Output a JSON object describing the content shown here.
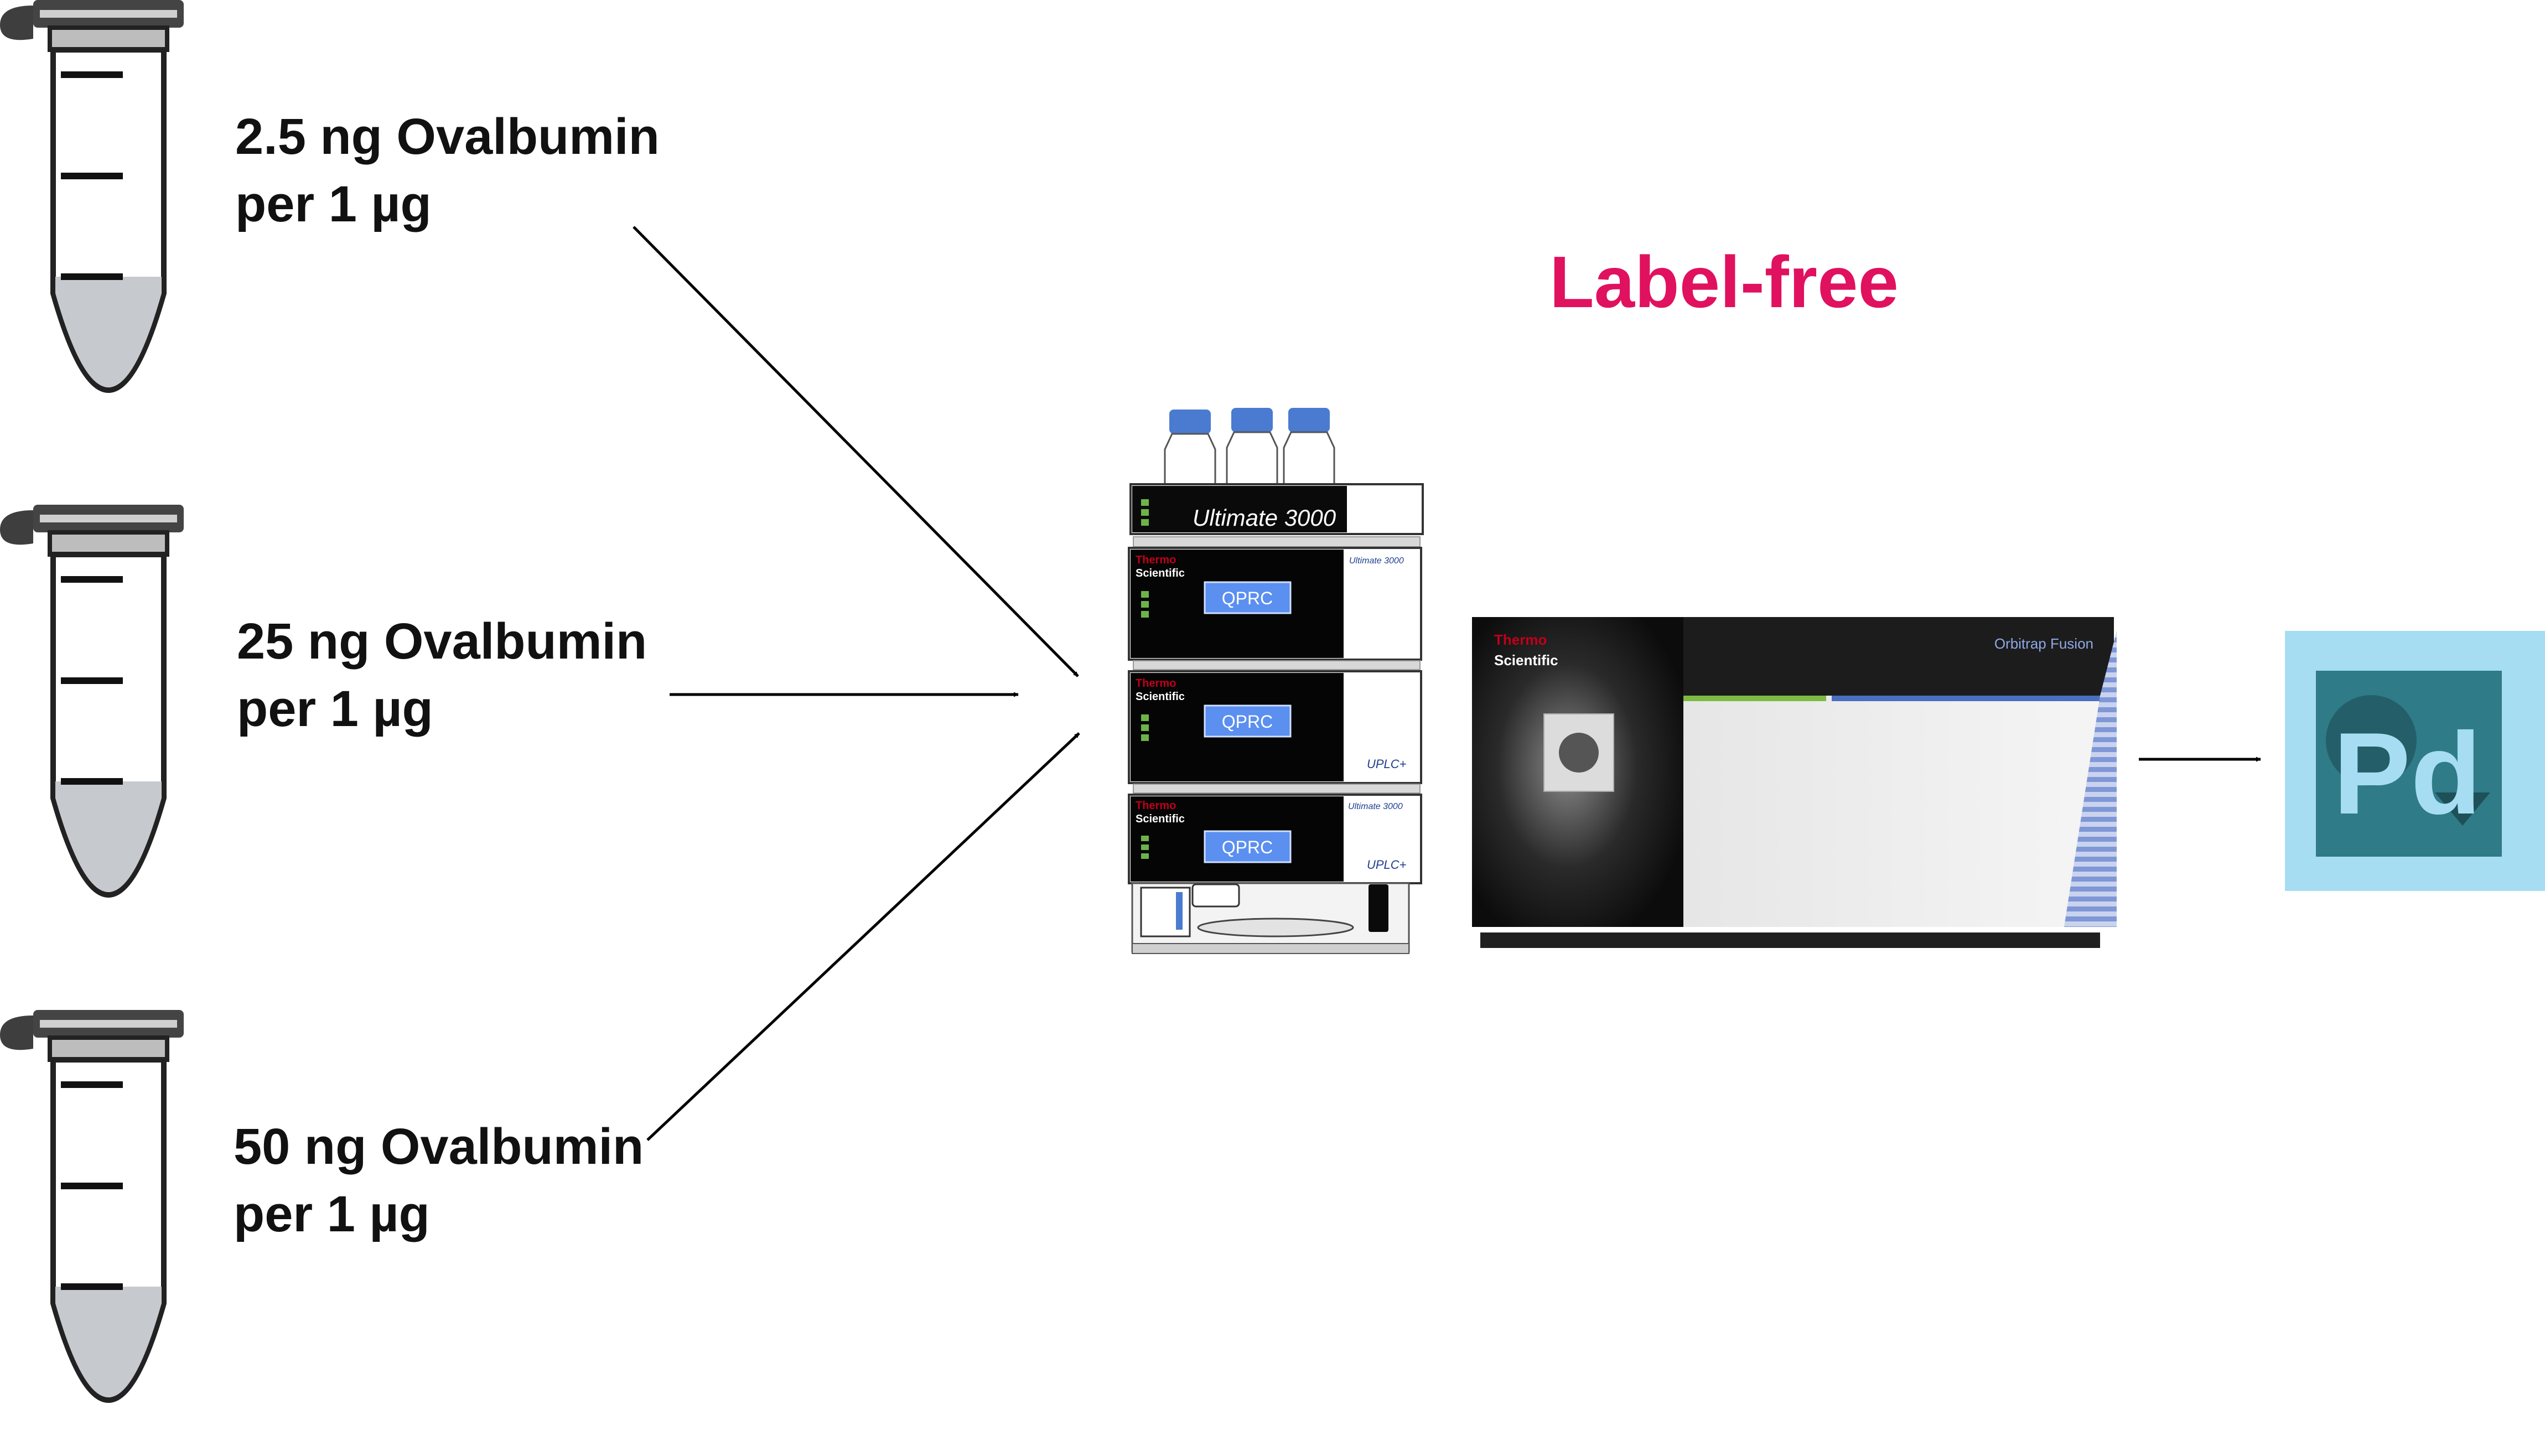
{
  "colors": {
    "headline": "#e0115f",
    "tube_cap": "#5a5a5a",
    "tube_liquid": "#c6cacf",
    "vial_cap": "#4a7bd1",
    "qprc_button": "#5b8ff0",
    "orbitrap_accent_green": "#7dbb42",
    "orbitrap_accent_blue": "#4a6fc0",
    "orbitrap_stripes": "#8aa0d8",
    "logo_bg": "#a6ddf2",
    "logo_tile": "#2f7b88",
    "thermo_red": "#c0001a"
  },
  "samples": [
    {
      "line1": "2.5 ng Ovalbumin",
      "line2": "per 1 µg"
    },
    {
      "line1": "25 ng Ovalbumin",
      "line2": "per 1 µg"
    },
    {
      "line1": "50 ng Ovalbumin",
      "line2": "per 1 µg"
    }
  ],
  "headline": "Label-free",
  "hplc": {
    "brand_script": "Ultimate 3000",
    "modules": [
      {
        "brand_top": "Thermo",
        "brand_bottom": "Scientific",
        "button": "QPRC",
        "tag_top": "Ultimate 3000",
        "tag_bottom": ""
      },
      {
        "brand_top": "Thermo",
        "brand_bottom": "Scientific",
        "button": "QPRC",
        "tag_top": "",
        "tag_bottom": "UPLC+"
      },
      {
        "brand_top": "Thermo",
        "brand_bottom": "Scientific",
        "button": "QPRC",
        "tag_top": "Ultimate 3000",
        "tag_bottom": "UPLC+"
      }
    ]
  },
  "mass_spec": {
    "brand_top": "Thermo",
    "brand_bottom": "Scientific",
    "model": "Orbitrap Fusion"
  },
  "software_logo": {
    "text": "Pd",
    "icon": "proteome-discoverer-icon"
  },
  "icons": {
    "tube": "microcentrifuge-tube-icon",
    "vial": "solvent-bottle-icon",
    "arrow": "arrow-icon"
  }
}
